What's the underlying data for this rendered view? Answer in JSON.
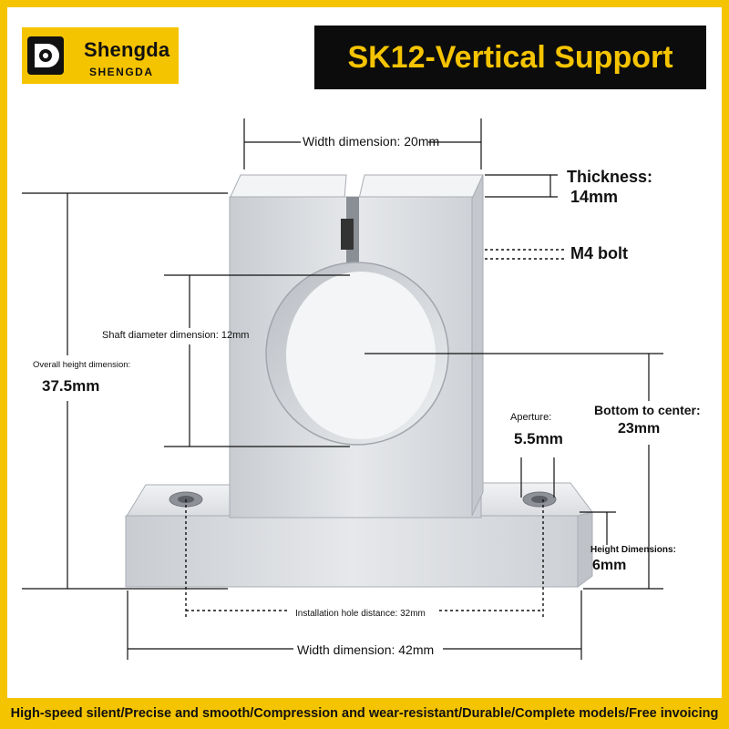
{
  "brand": {
    "name": "Shengda",
    "subname": "SHENGDA"
  },
  "title": "SK12-Vertical Support",
  "labels": {
    "width_top": "Width dimension: 20mm",
    "thickness_title": "Thickness:",
    "thickness_value": "14mm",
    "bolt": "M4 bolt",
    "shaft": "Shaft diameter dimension: 12mm",
    "overall_title": "Overall height dimension:",
    "overall_value": "37.5mm",
    "center_title": "Bottom to center:",
    "center_value": "23mm",
    "aperture_title": "Aperture:",
    "aperture_value": "5.5mm",
    "height_title": "Height Dimensions:",
    "height_value": "6mm",
    "hole_distance": "Installation hole distance: 32mm",
    "width_bottom": "Width dimension: 42mm"
  },
  "footer": "High-speed silent/Precise and smooth/Compression and wear-resistant/Durable/Complete models/Free invoicing",
  "colors": {
    "accent": "#f5c400",
    "title_bg": "#0c0c0c",
    "metal": "#d6d9dd"
  },
  "icons": {
    "logo": "shengda-logo-icon"
  }
}
